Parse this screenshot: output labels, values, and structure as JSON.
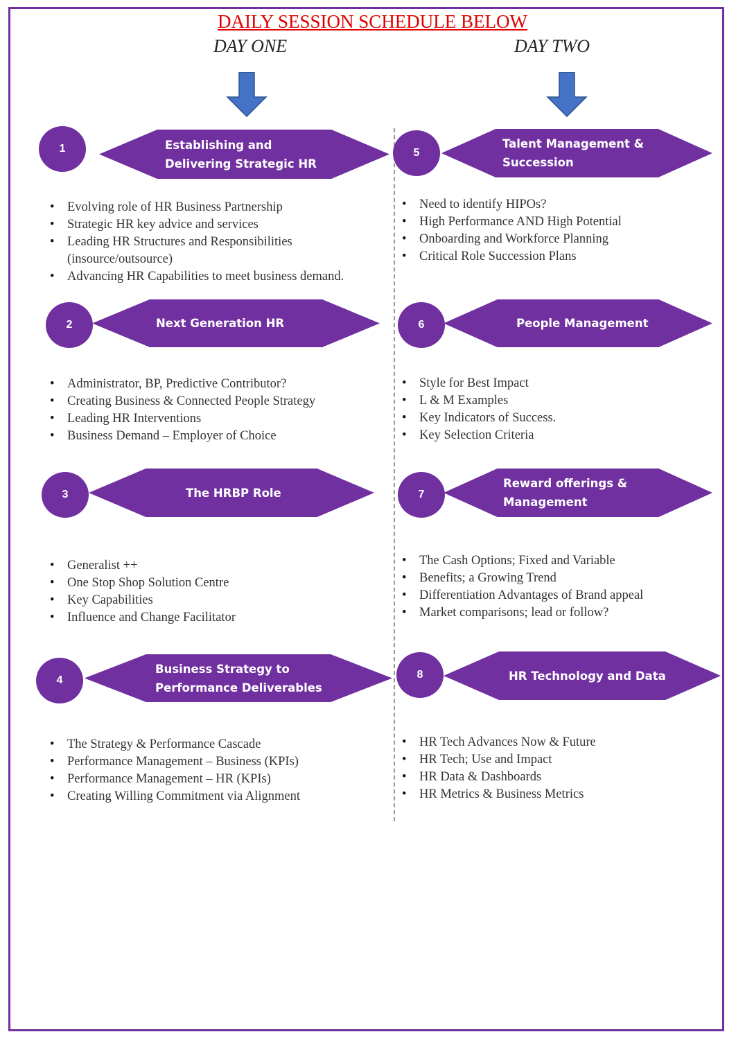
{
  "title": "DAILY SESSION SCHEDULE BELOW",
  "day_one": "DAY ONE",
  "day_two": "DAY TWO",
  "colors": {
    "purple": "#7030a0",
    "arrow_blue": "#4472c4",
    "title_red": "#e00000"
  },
  "sessions": [
    {
      "number": "1",
      "title_lines": [
        "Establishing and",
        "Delivering Strategic HR"
      ],
      "items": [
        "Evolving role of HR Business Partnership",
        "Strategic HR key advice and services",
        "Leading HR Structures and Responsibilities (insource/outsource)",
        "Advancing HR Capabilities to meet business demand."
      ]
    },
    {
      "number": "2",
      "title_lines": [
        "Next Generation HR"
      ],
      "items": [
        "Administrator, BP, Predictive Contributor?",
        "Creating Business & Connected People Strategy",
        "Leading HR Interventions",
        "Business Demand – Employer of Choice"
      ]
    },
    {
      "number": "3",
      "title_lines": [
        "The HRBP Role"
      ],
      "items": [
        "Generalist ++",
        "One Stop Shop Solution Centre",
        "Key Capabilities",
        "Influence and Change Facilitator"
      ]
    },
    {
      "number": "4",
      "title_lines": [
        "Business Strategy to",
        "Performance Deliverables"
      ],
      "items": [
        "The Strategy & Performance Cascade",
        "Performance Management – Business (KPIs)",
        "Performance Management – HR (KPIs)",
        "Creating Willing Commitment via Alignment"
      ]
    },
    {
      "number": "5",
      "title_lines": [
        "Talent Management &",
        "Succession"
      ],
      "items": [
        "Need to identify HIPOs?",
        "High Performance AND High Potential",
        "Onboarding and Workforce Planning",
        "Critical Role Succession Plans"
      ]
    },
    {
      "number": "6",
      "title_lines": [
        "People Management"
      ],
      "items": [
        "Style for Best Impact",
        "L & M Examples",
        "Key Indicators of Success.",
        "Key Selection Criteria"
      ]
    },
    {
      "number": "7",
      "title_lines": [
        "Reward offerings &",
        "Management"
      ],
      "items": [
        "The Cash Options; Fixed and Variable",
        "Benefits; a Growing Trend",
        "Differentiation Advantages of Brand appeal",
        "Market comparisons; lead or follow?"
      ]
    },
    {
      "number": "8",
      "title_lines": [
        "HR Technology and Data"
      ],
      "items": [
        "HR Tech Advances Now & Future",
        "HR Tech; Use and Impact",
        "HR Data & Dashboards",
        "HR Metrics & Business Metrics"
      ]
    }
  ]
}
